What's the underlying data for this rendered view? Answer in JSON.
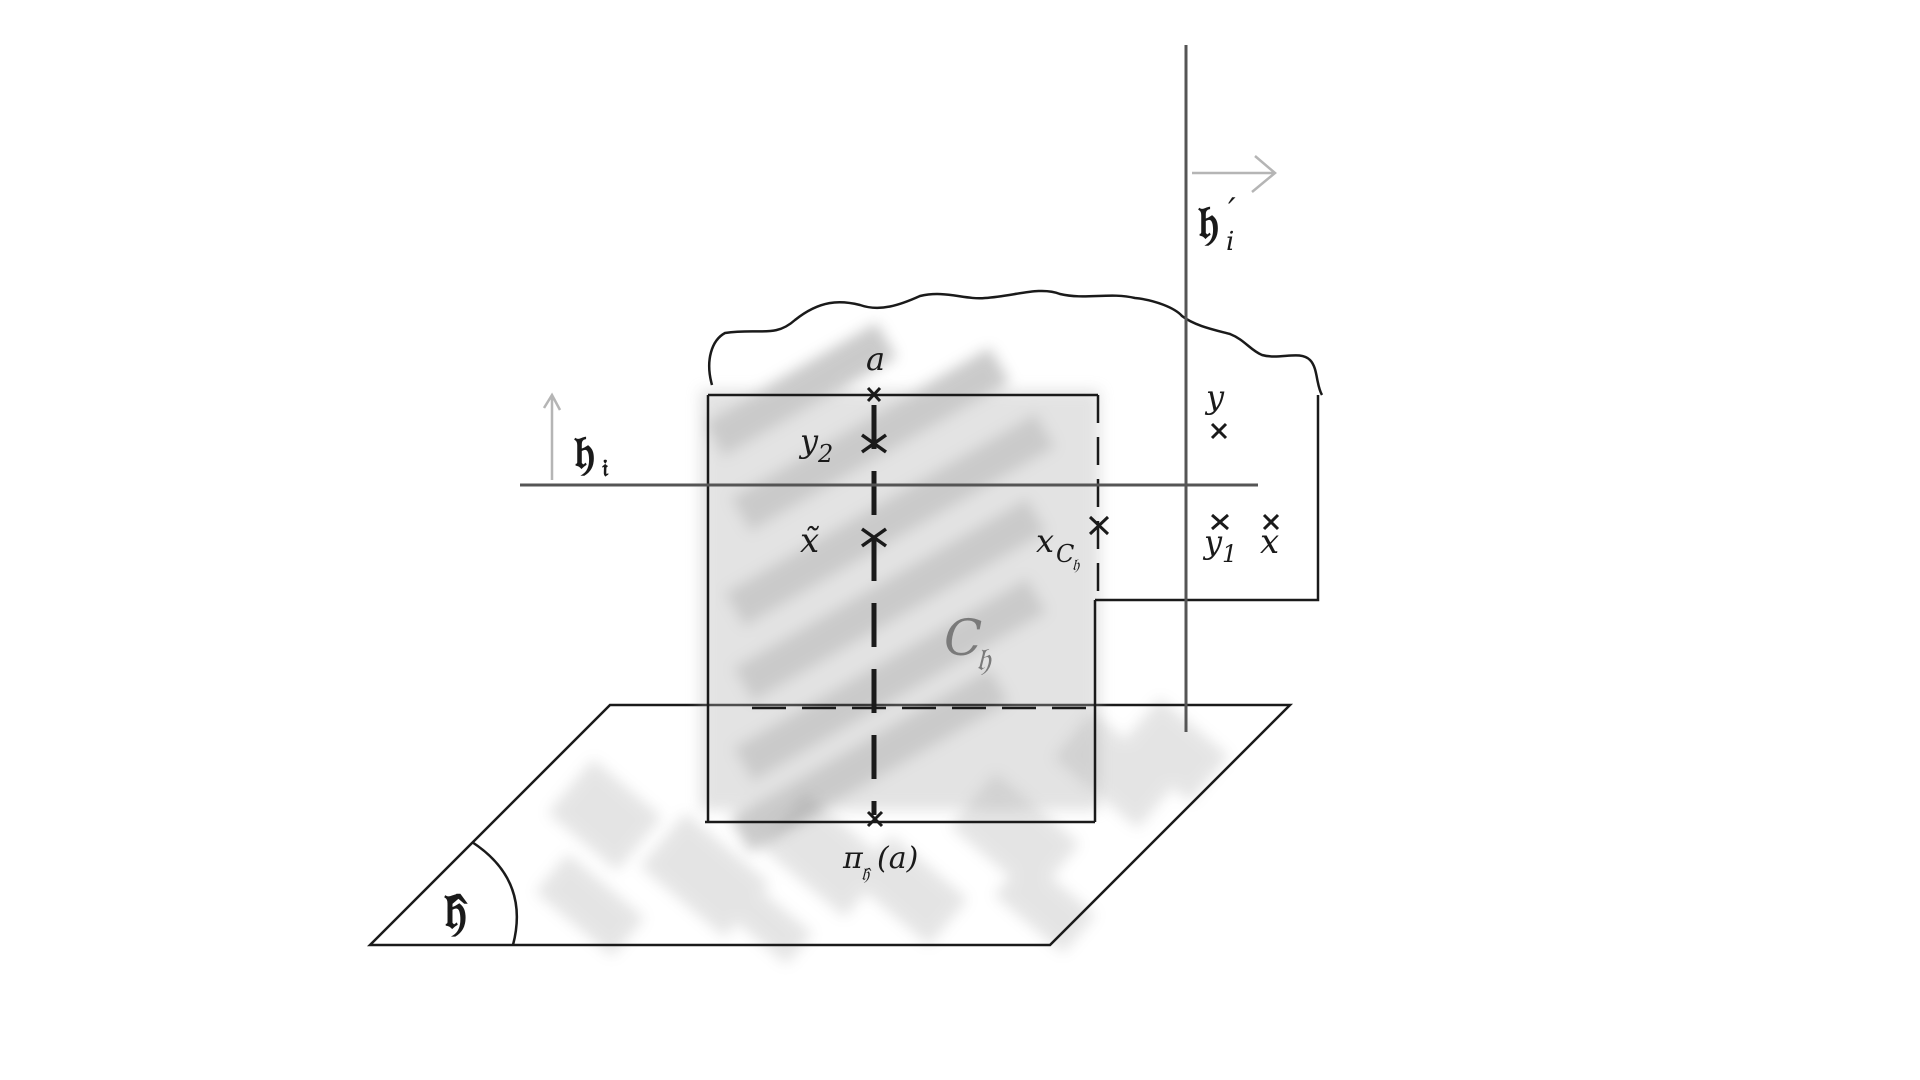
{
  "labels": {
    "a": "a",
    "y2": "y",
    "y2_sub": "2",
    "x_tilde": "x̃",
    "x_c": "x",
    "x_c_sub": "C",
    "x_c_subsub": "𝔥",
    "c_region": "C",
    "c_region_sub": "𝔥",
    "h_i": "𝔥",
    "h_i_sub": "𝔦",
    "h_i_prime": "𝔥",
    "h_i_prime_mark": "′",
    "h_i_prime_sub": "i",
    "y": "y",
    "y1": "y",
    "y1_sub": "1",
    "x": "x",
    "pi": "π",
    "pi_sub": "𝔥̂",
    "pi_arg": "(a)",
    "h_hat": "𝔥̂"
  },
  "colors": {
    "ink": "#1a1a1a",
    "hyperplane": "#6e6e6e",
    "arrow": "#b5b5b5",
    "shade": "#9a9a9a",
    "region_label": "#7a7a7a"
  }
}
